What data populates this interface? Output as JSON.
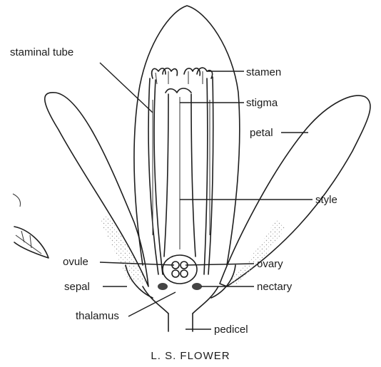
{
  "caption": "L. S. FLOWER",
  "labels": {
    "staminal_tube": "staminal tube",
    "stamen": "stamen",
    "stigma": "stigma",
    "petal": "petal",
    "style": "style",
    "ovule": "ovule",
    "ovary": "ovary",
    "sepal": "sepal",
    "nectary": "nectary",
    "thalamus": "thalamus",
    "pedicel": "pedicel"
  }
}
